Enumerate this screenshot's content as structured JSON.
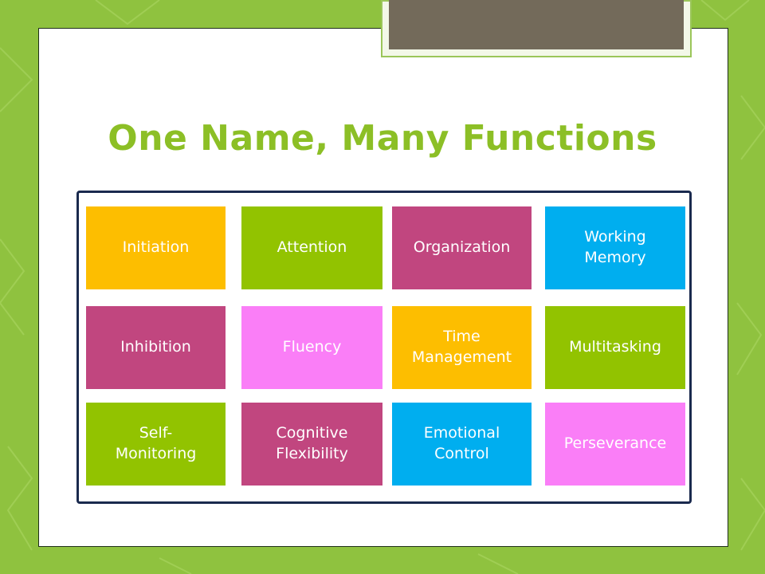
{
  "slide": {
    "title": "One Name, Many Functions"
  },
  "tiles": [
    {
      "label": "Initiation",
      "color": "#fdbe00"
    },
    {
      "label": "Attention",
      "color": "#92c300"
    },
    {
      "label": "Organization",
      "color": "#c1467f"
    },
    {
      "label": "Working\nMemory",
      "color": "#00aeef"
    },
    {
      "label": "Inhibition",
      "color": "#c1467f"
    },
    {
      "label": "Fluency",
      "color": "#fa7ef7"
    },
    {
      "label": "Time\nManagement",
      "color": "#fdbe00"
    },
    {
      "label": "Multitasking",
      "color": "#92c300"
    },
    {
      "label": "Self-\nMonitoring",
      "color": "#92c300"
    },
    {
      "label": "Cognitive\nFlexibility",
      "color": "#c1467f"
    },
    {
      "label": "Emotional\nControl",
      "color": "#00aeef"
    },
    {
      "label": "Perseverance",
      "color": "#fa7ef7"
    }
  ],
  "theme": {
    "background": "#8fc23f",
    "title_color": "#8cbf26",
    "frame_color": "#1a2a4e",
    "tab_color": "#736a5a"
  }
}
